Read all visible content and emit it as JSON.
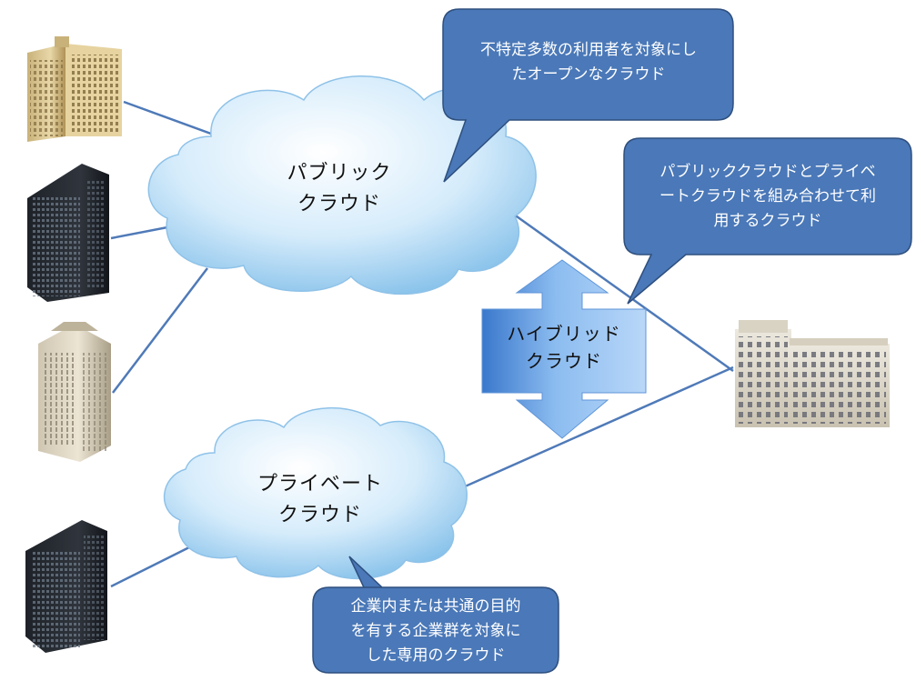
{
  "clouds": {
    "public": {
      "line1": "パブリック",
      "line2": "クラウド"
    },
    "private": {
      "line1": "プライベート",
      "line2": "クラウド"
    }
  },
  "hybrid": {
    "line1": "ハイブリッド",
    "line2": "クラウド"
  },
  "callouts": {
    "public": {
      "line1": "不特定多数の利用者を対象にし",
      "line2": "たオープンなクラウド"
    },
    "hybrid": {
      "line1": "パブリッククラウドとプライベ",
      "line2": "ートクラウドを組み合わせて利",
      "line3": "用するクラウド"
    },
    "private": {
      "line1": "企業内または共通の目的",
      "line2": "を有する企業群を対象に",
      "line3": "した専用のクラウド"
    }
  },
  "colors": {
    "callout_fill": "#4a78b8",
    "callout_stroke": "#2e4f7e",
    "connector": "#4f7ab8",
    "cloud_light": "#f2f9ff",
    "cloud_dark": "#8fc7ee",
    "arrow_light": "#b8d6f7",
    "arrow_dark": "#3f7fcf"
  }
}
